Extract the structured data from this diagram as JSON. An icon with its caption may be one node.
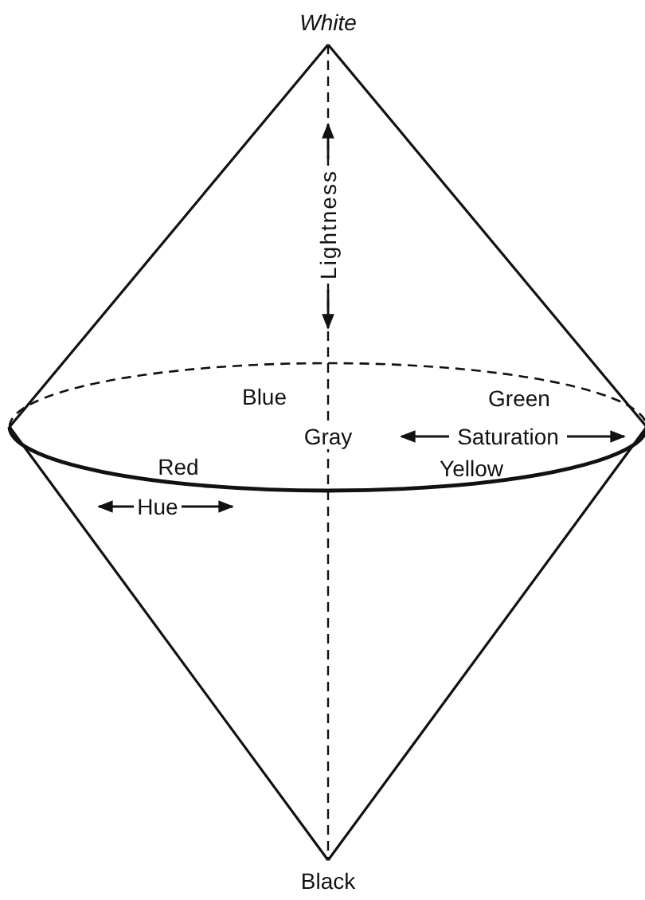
{
  "diagram": {
    "labels": [
      "White",
      "Lightness",
      "Blue",
      "Green",
      "Gray",
      "Saturation",
      "Red",
      "Yellow",
      "Hue",
      "Black"
    ]
  }
}
